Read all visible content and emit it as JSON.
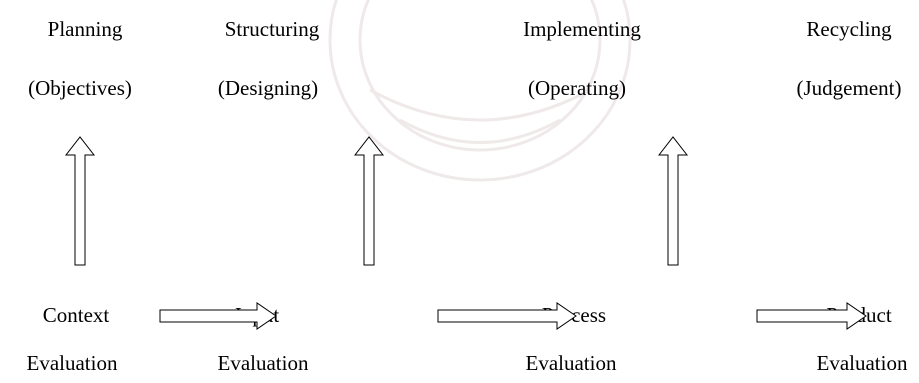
{
  "stages": [
    {
      "name": "Planning",
      "sub": "(Objectives)"
    },
    {
      "name": "Structuring",
      "sub": "(Designing)"
    },
    {
      "name": "Implementing",
      "sub": "(Operating)"
    },
    {
      "name": "Recycling",
      "sub": "(Judgement)"
    }
  ],
  "evaluations": [
    {
      "name": "Context",
      "sub": "Evaluation"
    },
    {
      "name": "Input",
      "sub": "Evaluation"
    },
    {
      "name": "Process",
      "sub": "Evaluation"
    },
    {
      "name": "Product",
      "sub": "Evaluation"
    }
  ]
}
